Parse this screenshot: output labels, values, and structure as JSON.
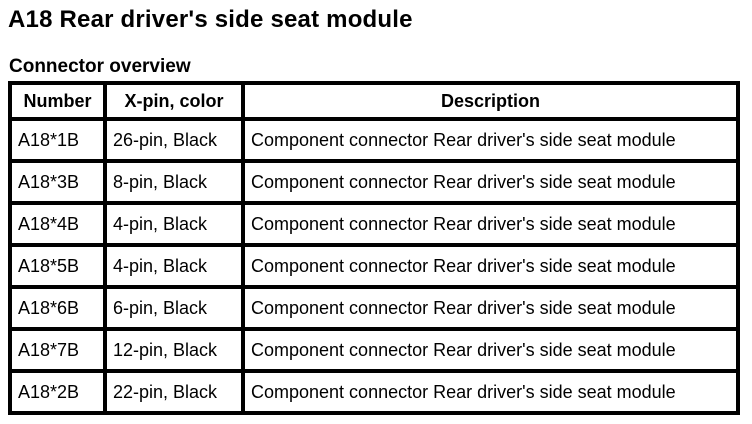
{
  "page": {
    "title": "A18 Rear driver's side seat module",
    "section_heading": "Connector overview"
  },
  "connector_table": {
    "columns": [
      "Number",
      "X-pin, color",
      "Description"
    ],
    "rows": [
      {
        "number": "A18*1B",
        "pin_color": "26-pin, Black",
        "description": "Component connector Rear driver's side seat module"
      },
      {
        "number": "A18*3B",
        "pin_color": "8-pin, Black",
        "description": "Component connector Rear driver's side seat module"
      },
      {
        "number": "A18*4B",
        "pin_color": "4-pin, Black",
        "description": "Component connector Rear driver's side seat module"
      },
      {
        "number": "A18*5B",
        "pin_color": "4-pin, Black",
        "description": "Component connector Rear driver's side seat module"
      },
      {
        "number": "A18*6B",
        "pin_color": "6-pin, Black",
        "description": "Component connector Rear driver's side seat module"
      },
      {
        "number": "A18*7B",
        "pin_color": "12-pin, Black",
        "description": "Component connector Rear driver's side seat module"
      },
      {
        "number": "A18*2B",
        "pin_color": "22-pin, Black",
        "description": "Component connector Rear driver's side seat module"
      }
    ]
  },
  "colors": {
    "text": "#000000",
    "border": "#000000",
    "background": "#ffffff"
  }
}
